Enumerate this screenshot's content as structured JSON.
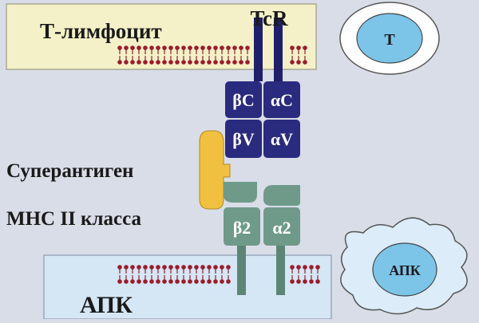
{
  "labels": {
    "t_lymphocyte": "Т-лимфоцит",
    "tcr": "TcR",
    "superantigen": "Суперантиген",
    "mhc_class_ii": "МНС II класса",
    "apc": "АПК"
  },
  "tcr_domains": {
    "beta_c": "βC",
    "alpha_c": "αC",
    "beta_v": "βV",
    "alpha_v": "αV"
  },
  "mhc_domains": {
    "beta2": "β2",
    "alpha2": "α2"
  },
  "cell_icons": {
    "t_cell": "Т",
    "apc_cell": "АПК"
  },
  "colors": {
    "background": "#d9dde8",
    "t_cell_membrane_box": "#f4f1c8",
    "apc_membrane_box": "#d5e6f4",
    "lipid": "#9b1c2c",
    "tcr_domain": "#2a2a7e",
    "tcr_stem": "#1f1f6a",
    "mhc_domain": "#6f9a8a",
    "superantigen": "#f0c040",
    "t_cell_outer": "#ffffff",
    "t_cell_inner": "#7cc4e8",
    "apc_cell_outer": "#dcecf8",
    "apc_cell_inner": "#7cc4e8"
  }
}
